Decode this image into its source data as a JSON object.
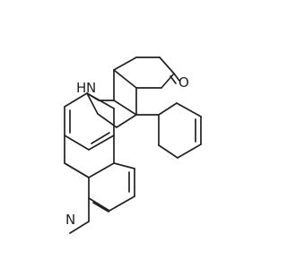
{
  "structure": {
    "atoms": {
      "oxygen": "O",
      "nh": "H",
      "nh_n": "N",
      "pyridine_n": "N"
    }
  }
}
